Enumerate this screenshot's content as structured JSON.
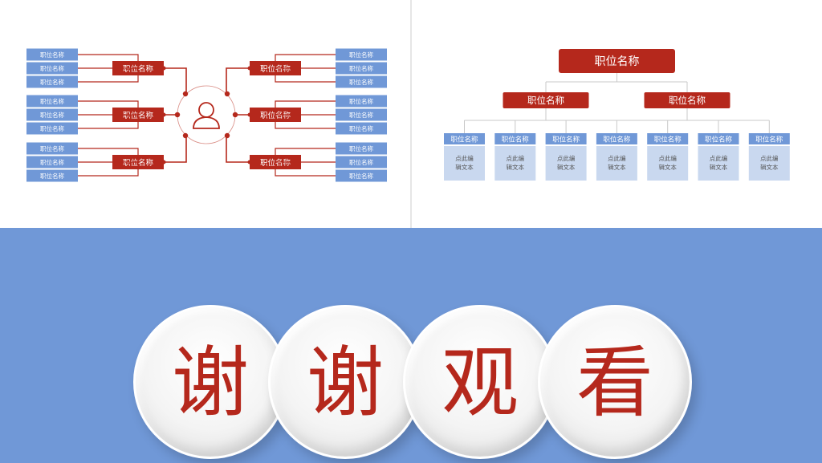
{
  "colors": {
    "red": "#b5281c",
    "blue": "#7098d7",
    "light_blue": "#c9d8ef",
    "white": "#ffffff"
  },
  "left_diagram": {
    "center_icon": "person-icon",
    "leaf_label": "职位名称",
    "left_groups": [
      {
        "label": "职位名称",
        "leaves": [
          "职位名称",
          "职位名称",
          "职位名称"
        ]
      },
      {
        "label": "职位名称",
        "leaves": [
          "职位名称",
          "职位名称",
          "职位名称"
        ]
      },
      {
        "label": "职位名称",
        "leaves": [
          "职位名称",
          "职位名称",
          "职位名称"
        ]
      }
    ],
    "right_groups": [
      {
        "label": "职位名称",
        "leaves": [
          "职位名称",
          "职位名称",
          "职位名称"
        ]
      },
      {
        "label": "职位名称",
        "leaves": [
          "职位名称",
          "职位名称",
          "职位名称"
        ]
      },
      {
        "label": "职位名称",
        "leaves": [
          "职位名称",
          "职位名称",
          "职位名称"
        ]
      }
    ]
  },
  "org_chart": {
    "root": "职位名称",
    "level2": [
      "职位名称",
      "职位名称"
    ],
    "leaves": [
      {
        "title": "职位名称",
        "body_line1": "点此编",
        "body_line2": "辑文本"
      },
      {
        "title": "职位名称",
        "body_line1": "点此编",
        "body_line2": "辑文本"
      },
      {
        "title": "职位名称",
        "body_line1": "点此编",
        "body_line2": "辑文本"
      },
      {
        "title": "职位名称",
        "body_line1": "点此编",
        "body_line2": "辑文本"
      },
      {
        "title": "职位名称",
        "body_line1": "点此编",
        "body_line2": "辑文本"
      },
      {
        "title": "职位名称",
        "body_line1": "点此编",
        "body_line2": "辑文本"
      },
      {
        "title": "职位名称",
        "body_line1": "点此编",
        "body_line2": "辑文本"
      }
    ]
  },
  "thanks": {
    "chars": [
      "谢",
      "谢",
      "观",
      "看"
    ]
  }
}
